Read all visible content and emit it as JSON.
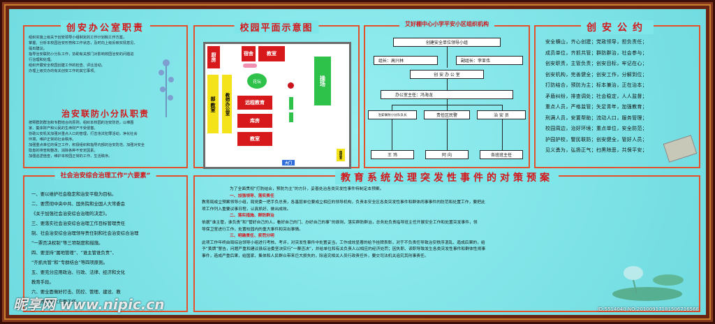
{
  "colors": {
    "board": "#7ee6e9",
    "frame": "#6b2412",
    "title_red": "#d4161a",
    "border_orange": "#e4502a",
    "block_red": "#d8191c",
    "block_yellow": "#f4e21a",
    "block_green": "#2ec24b"
  },
  "office": {
    "title": "创安办公室职责",
    "lines": [
      "组织实施上级关于创安领导小组制定的工作计划和工作方案，",
      "掌握、分析本校园治安形势和工作状态，及时向上级反映实情意见、",
      "提出建议。",
      "指导治安联防小分队工作，协助有关部门对影响校园治安的问题进",
      "行治理和处理。",
      "组织开展安全校园创建工作的检查、评比活动。",
      "办理上级交办的有关创安工作的其它事项。"
    ],
    "sub_title": "治安联防小分队职责",
    "sub_lines": [
      "按照群防群治和专群结合的原则，组织本校园的治安防范，以维围",
      "家、集体财产和公民的生命财产不受侵害。",
      "协助公安机关加强对重点人口的管理，打击违法犯罪活动，净化社会",
      "环境，维护正常的社会秩序。",
      "加强重点单位的保卫工作，积极组织和指导内部的治安防范，加强对安全",
      "隐患的排查和整改，消除各种不安定因素。",
      "加强巡逻值查，维护本校园正常的工作、生活秩序。"
    ]
  },
  "campus": {
    "title": "校园平面示意图",
    "labels": {
      "canteen": "厨房",
      "dorm": "宿舍",
      "classroom_top": "教室",
      "flower": "花坛",
      "teacher_office": "教师办公室",
      "classroom_left": "教室",
      "department": "部",
      "remote_edu": "远程教育",
      "warehouse": "库房",
      "classroom_bottom": "教室",
      "playground": "操场",
      "gate": "大门",
      "guard": "值班室"
    }
  },
  "org": {
    "title": "艾好棚中心小学平安小区组织机构",
    "top": "创建安全单位领导小组",
    "leader": "组长：高兴林",
    "deputy": "副组长：李亚伟",
    "office": "创  安  办  公  室",
    "director": "办公室主任：冯海龙",
    "branches": [
      "治安联防小分队队长",
      "责任区民警",
      "治  安  员"
    ],
    "names": [
      "王  玮",
      "阿  向",
      "各班班主任"
    ]
  },
  "pact": {
    "title": "创安公约",
    "lines": [
      "安全横山，齐心创建；党政领导，担负责任；",
      "成员单位，齐抓共管；群防群治，社会参与；",
      "创安职责，主管负责；创安目标，牢记在心；",
      "创安机构，完善健全；创安工作，分解到位；",
      "打防结合，预防为主；标本兼治，正在治本；",
      "矛盾纠纷，排查调处；社会稳定，人人监督；",
      "重点人员，严格监管；矢足青年，加强教育；",
      "刑满人员，安置帮助；流动人口，服务管理；",
      "校园周边，治好环境；重点单位，安全防范；",
      "护园护校，警民联防；创安健全，管好人员；",
      "见义勇为，弘扬正气；扫黑除恶，共保平安；"
    ]
  },
  "six": {
    "title": "社会治安综合治理工作“六要素”",
    "lines": [
      "一、要以维护社会稳定和治安平稳为目标。",
      "二、要贯彻中央中共、国务院和全国人大常委会",
      "《关于加强社会治安综合治理的决定》。",
      "三、要落实社会治安综合治理工作目标管理责任",
      "制、社会治安综合治理领导责任制和社会治安综合治理",
      "“一票否决权制”等三项制度和措施。",
      "四、要坚持“属地管理”、“谁主管谁负责”、",
      "“齐抓共管”和“专群结合”等四项原则。",
      "五、要充分应用政治、行政、法律、经济和文化",
      "教育手段。",
      "六、要全面做好打击、防控、管理、建设、教",
      "育、改造等六方面工作。"
    ]
  },
  "plan": {
    "title": "教育系统处理突发性事件的对策预案",
    "intro": "为了全面贯彻“打防结合，预防为主”的方针，妥善处治各类突发性事件特制定本预案。",
    "sections": [
      {
        "heading": "一、加强领导、落实责任",
        "lines": [
          "教育局成立预案领导小组，局党委一把手负总责，各基层单位要成立相应的领导机构，负责本安全区各类突发性事件和群体闹事事件的防范和处置工作，要把此",
          "项工作列入重要议事日程，认真抓好、做出成效。"
        ]
      },
      {
        "heading": "二、落实措施、群防群治",
        "lines": [
          "依据“谁主管，谁负责”和“管好自己的人，看好自己的门、办好自己的事”的原则，落实群防群治，总务处负责指导班主任开展安全工作和处置突发事件，领",
          "导保卫室进行工作，处置校园内的重大事件和突出事情。"
        ]
      },
      {
        "heading": "三、明确责任、奖罚分明",
        "lines": [
          "此项工作年终由局综治领导小组进行考核、考评，对突发性事件中处置妥当，工作成效显著的给予挂牌表彰，对于不负责任导致治安秩序混乱、造成后果的，给",
          "予“黄牌”警告，问题严重和建议县综治委坚决实行“一票否决”，并给单位和有关负责人以相应的经济处罚；因失职、读职导致发生各类突发性事件和群体性闹事",
          "事件，造成严重后果，给国家、集体和人民群众带来巨大损失的，除追究相关人员行政责任外，要交司法机关追究其刑事责任。"
        ]
      }
    ]
  },
  "watermark": {
    "brand": "昵享网 www.nipic.cn",
    "id": "ID:5514040 NO:20100917181506716568"
  }
}
